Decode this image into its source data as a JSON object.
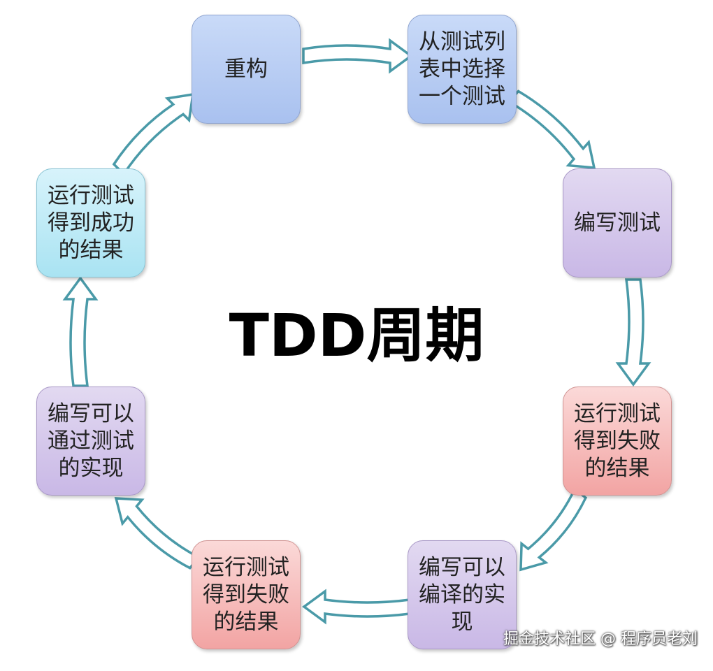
{
  "diagram": {
    "title": "TDD周期",
    "watermark": "掘金技术社区 @ 程序员老刘",
    "steps": {
      "refactor": "重构",
      "pick_test": "从测试列\n表中选择\n一个测试",
      "write_test": "编写测试",
      "run_fail_1": "运行测试\n得到失败\n的结果",
      "write_compilable": "编写可以\n编译的实\n现",
      "run_fail_2": "运行测试\n得到失败\n的结果",
      "write_passing": "编写可以\n通过测试\n的实现",
      "run_pass": "运行测试\n得到成功\n的结果"
    },
    "colors": {
      "blue": "#a9c1ef",
      "purple": "#c9b8e6",
      "red": "#f2a4a3",
      "cyan": "#a9e3f2",
      "arrow_outline": "#4a9aa8"
    }
  }
}
